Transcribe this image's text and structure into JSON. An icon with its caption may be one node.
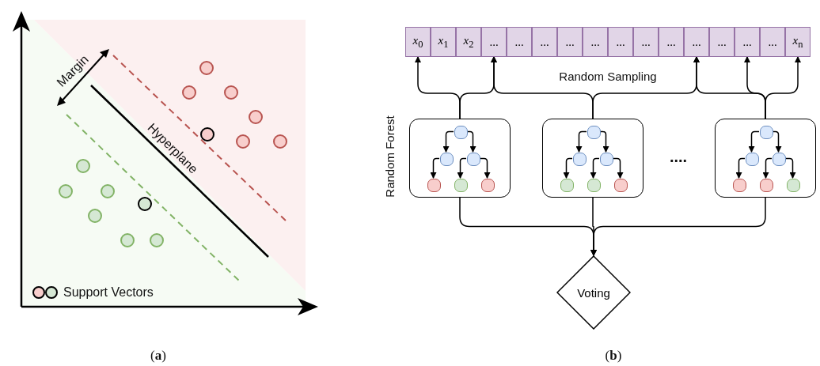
{
  "diagram": {
    "nodes": [
      {
        "text": [
          "*x*$_{0}$"
        ]
      },
      {
        "text": [
          "*x*$_{1}$"
        ]
      },
      {
        "text": [
          "*x*$_{2}$"
        ]
      },
      {
        "text": [
          "..."
        ]
      },
      {
        "text": [
          "..."
        ]
      },
      {
        "text": [
          "..."
        ]
      },
      {
        "text": [
          "..."
        ]
      },
      {
        "text": [
          "..."
        ]
      },
      {
        "text": [
          "..."
        ]
      },
      {
        "text": [
          "..."
        ]
      },
      {
        "text": [
          "..."
        ]
      },
      {
        "text": [
          "..."
        ]
      },
      {
        "text": [
          "..."
        ]
      },
      {
        "text": [
          "..."
        ]
      },
      {
        "text": [
          "..."
        ]
      },
      {
        "text": [
          "*x*$_{n}$"
        ]
      },
      {
        "text": [],
        "shape": "box"
      },
      {
        "text": [],
        "shape": "circle",
        "in": 16
      },
      {
        "text": [],
        "shape": "circle",
        "in": 16
      },
      {
        "text": [],
        "shape": "circle",
        "in": 16
      },
      {
        "text": [],
        "shape": "circle",
        "in": 16
      },
      {
        "text": [],
        "shape": "circle",
        "in": 16
      },
      {
        "text": [],
        "shape": "circle",
        "in": 16
      },
      {
        "text": [],
        "shape": "box"
      },
      {
        "text": [],
        "shape": "circle",
        "in": 23
      },
      {
        "text": [],
        "shape": "circle",
        "in": 23
      },
      {
        "text": [],
        "shape": "circle",
        "in": 23
      },
      {
        "text": [],
        "shape": "circle",
        "in": 23
      },
      {
        "text": [],
        "shape": "circle",
        "in": 23
      },
      {
        "text": [],
        "shape": "circle",
        "in": 23
      },
      {
        "text": [],
        "shape": "box"
      },
      {
        "text": [],
        "shape": "circle",
        "in": 30
      },
      {
        "text": [],
        "shape": "circle",
        "in": 30
      },
      {
        "text": [],
        "shape": "circle",
        "in": 30
      },
      {
        "text": [],
        "shape": "circle",
        "in": 30
      },
      {
        "text": [],
        "shape": "circle",
        "in": 30
      },
      {
        "text": [],
        "shape": "circle",
        "in": 30
      },
      {
        "text": [
          "Voting"
        ]
      }
    ],
    "edges": [
      {
        "from": 16,
        "to": 0,
        "arrow": "to"
      },
      {
        "from": 16,
        "to": 3,
        "arrow": "to"
      },
      {
        "from": 23,
        "to": 3,
        "arrow": "to"
      },
      {
        "from": 23,
        "to": 11,
        "arrow": "to"
      },
      {
        "from": 30,
        "to": 11,
        "arrow": "to"
      },
      {
        "from": 30,
        "to": 13,
        "arrow": "to"
      },
      {
        "from": 30,
        "to": 15,
        "arrow": "to"
      },
      {
        "from": 17,
        "to": 18,
        "arrow": "to"
      },
      {
        "from": 17,
        "to": 19,
        "arrow": "to"
      },
      {
        "from": 18,
        "to": 20,
        "arrow": "to"
      },
      {
        "from": 19,
        "to": 21,
        "arrow": "to"
      },
      {
        "from": 19,
        "to": 22,
        "arrow": "to"
      },
      {
        "from": 24,
        "to": 25,
        "arrow": "to"
      },
      {
        "from": 24,
        "to": 26,
        "arrow": "to"
      },
      {
        "from": 25,
        "to": 27,
        "arrow": "to"
      },
      {
        "from": 26,
        "to": 28,
        "arrow": "to"
      },
      {
        "from": 26,
        "to": 29,
        "arrow": "to"
      },
      {
        "from": 31,
        "to": 32,
        "arrow": "to"
      },
      {
        "from": 31,
        "to": 33,
        "arrow": "to"
      },
      {
        "from": 32,
        "to": 34,
        "arrow": "to"
      },
      {
        "from": 33,
        "to": 35,
        "arrow": "to"
      },
      {
        "from": 33,
        "to": 36,
        "arrow": "to"
      },
      {
        "from": 16,
        "to": 37,
        "arrow": "to"
      },
      {
        "from": 23,
        "to": 37,
        "arrow": "to"
      },
      {
        "from": 30,
        "to": 37,
        "arrow": "to"
      }
    ],
    "labels": [
      "Margin",
      "Hyperplane",
      "Random Sampling",
      "Random Forest",
      "....",
      "(**a**)",
      "(**b**)"
    ],
    "legend": [
      {
        "text": "Support Vectors"
      }
    ]
  }
}
